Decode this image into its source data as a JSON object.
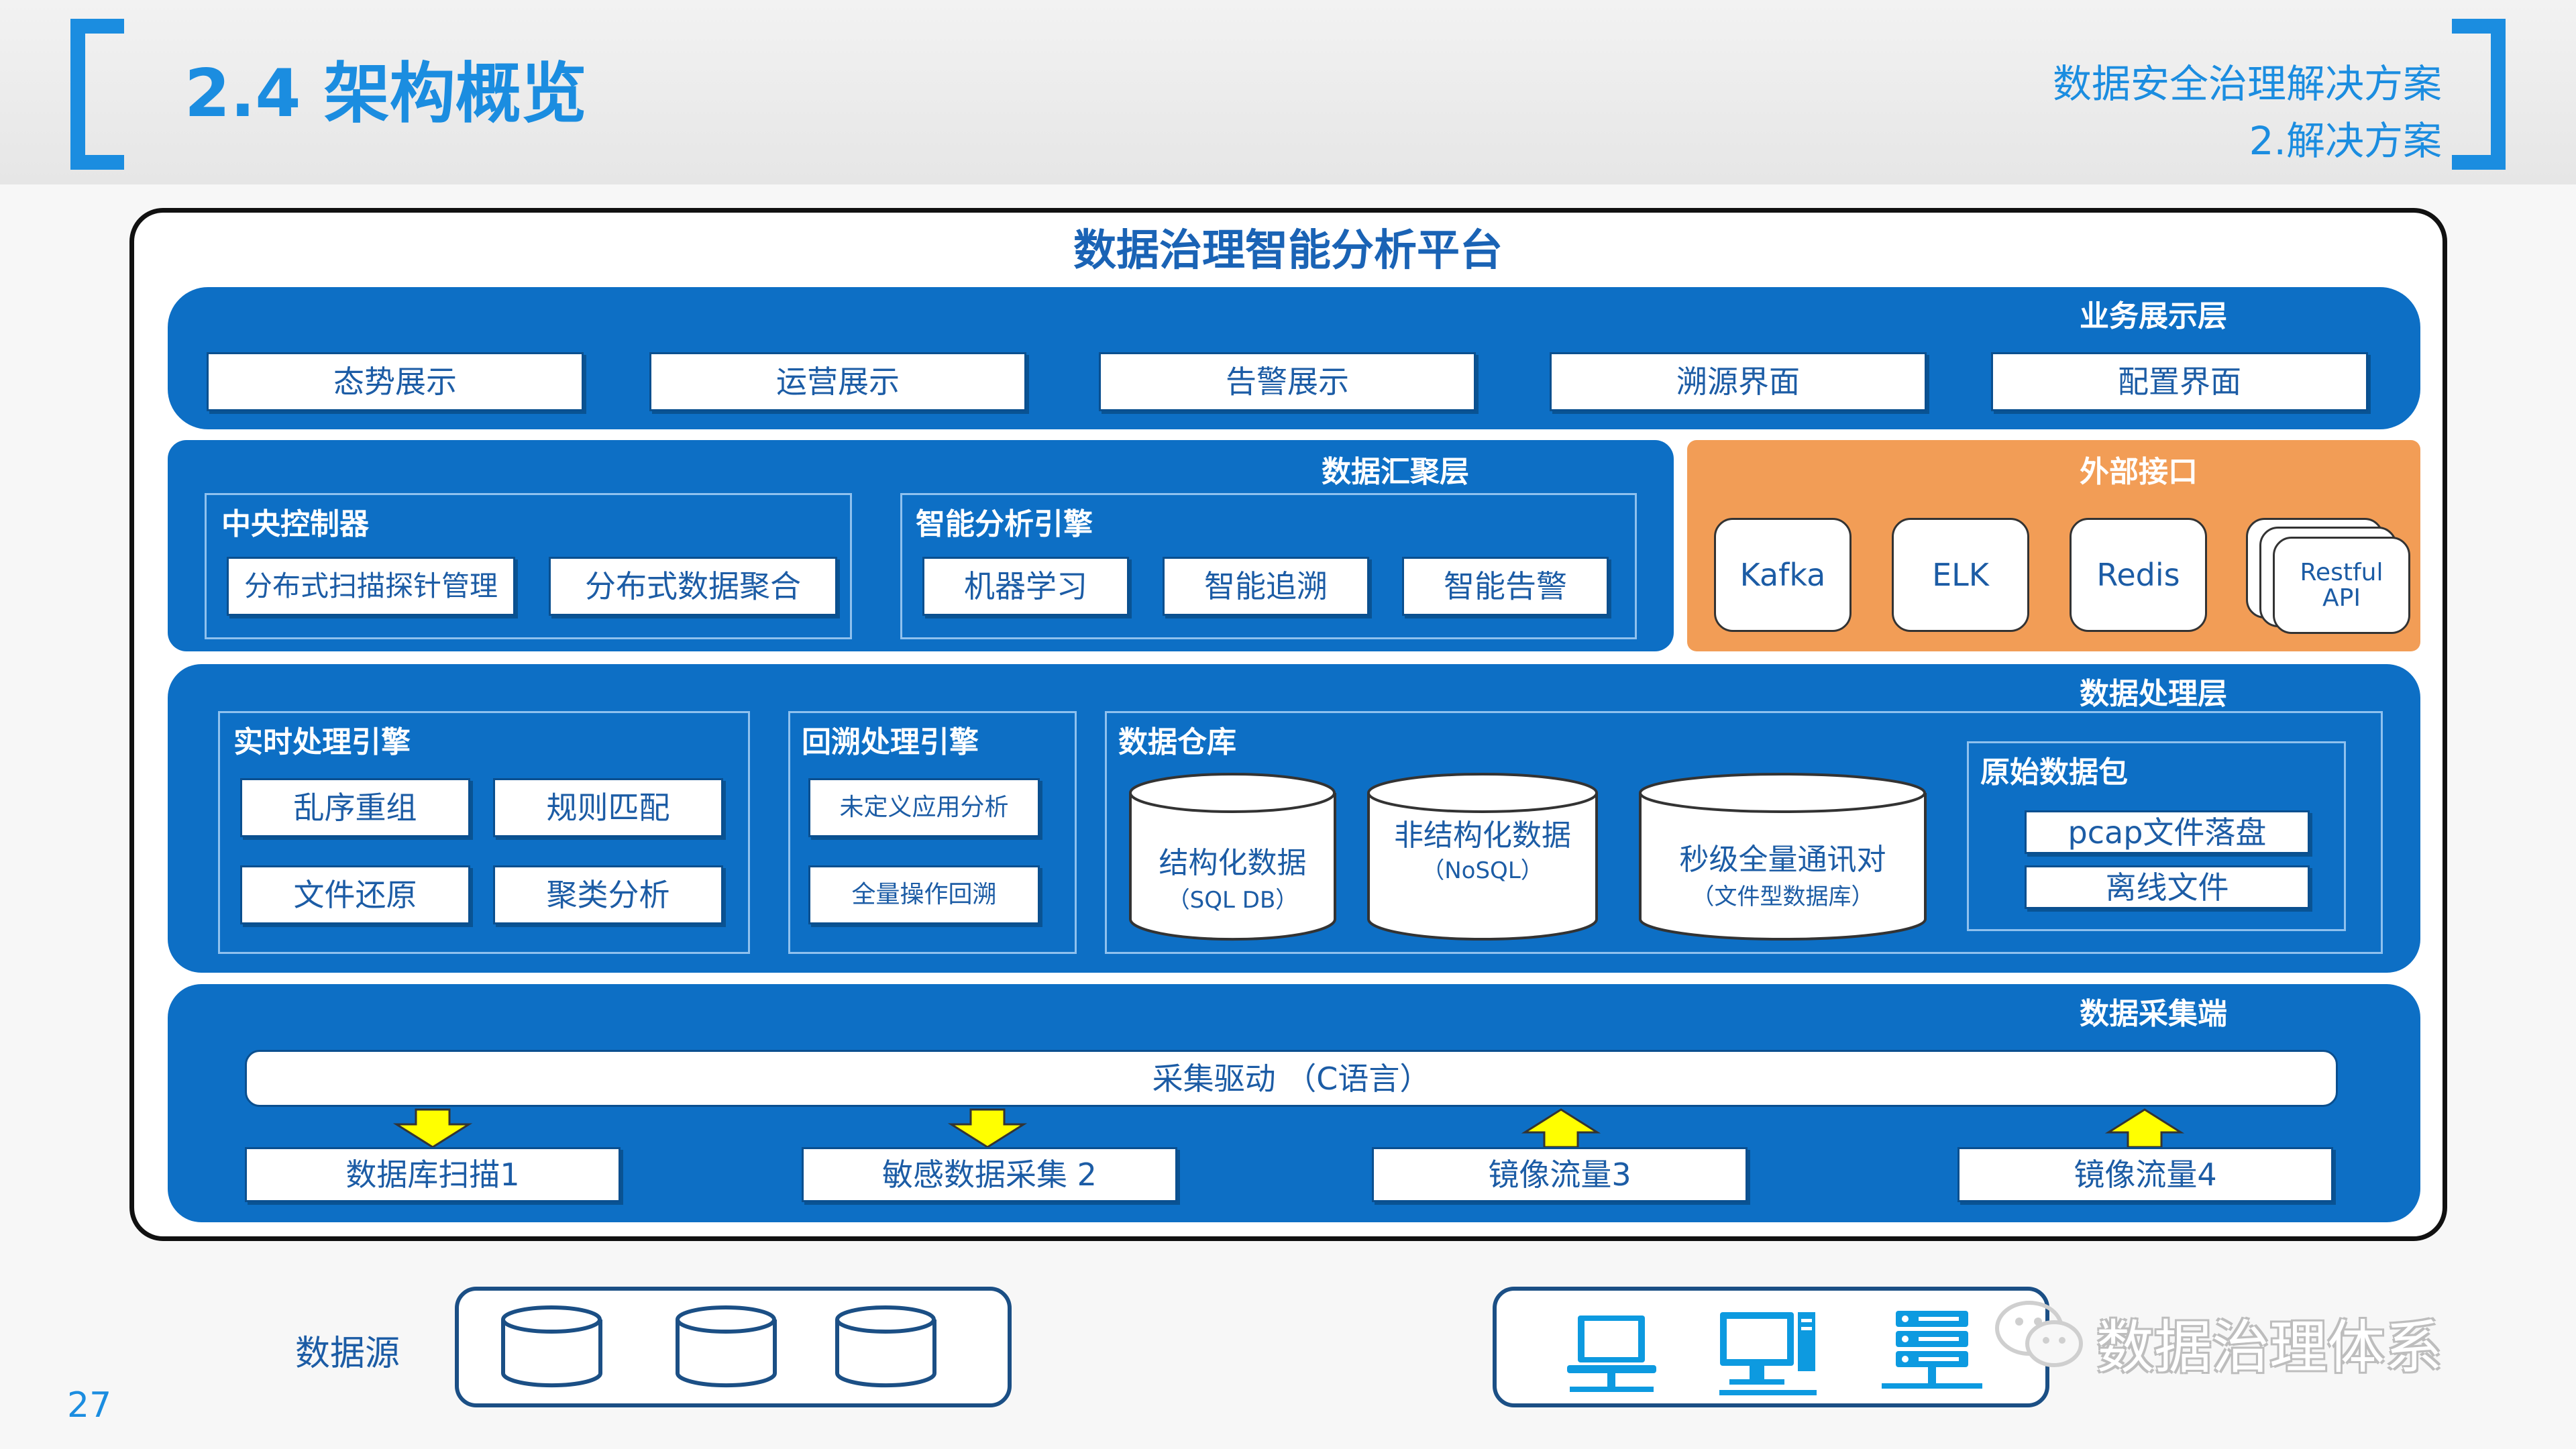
{
  "slide": {
    "title": "2.4 架构概览",
    "subtitle_line1": "数据安全治理解决方案",
    "subtitle_line2": "2.解决方案",
    "page_number": "27",
    "watermark": "数据治理体系",
    "accent_color": "#1b8de0"
  },
  "platform": {
    "title": "数据治理智能分析平台"
  },
  "business_layer": {
    "title": "业务展示层",
    "items": [
      "态势展示",
      "运营展示",
      "告警展示",
      "溯源界面",
      "配置界面"
    ]
  },
  "aggregation_layer": {
    "title": "数据汇聚层",
    "central_controller": {
      "title": "中央控制器",
      "items": [
        "分布式扫描探针管理",
        "分布式数据聚合"
      ]
    },
    "analysis_engine": {
      "title": "智能分析引擎",
      "items": [
        "机器学习",
        "智能追溯",
        "智能告警"
      ]
    }
  },
  "external_interface": {
    "title": "外部接口",
    "items": [
      "Kafka",
      "ELK",
      "Redis",
      "Restful API"
    ],
    "color": "#f29d56"
  },
  "processing_layer": {
    "title": "数据处理层",
    "realtime": {
      "title": "实时处理引擎",
      "items": [
        "乱序重组",
        "规则匹配",
        "文件还原",
        "聚类分析"
      ]
    },
    "backtrack": {
      "title": "回溯处理引擎",
      "items": [
        "未定义应用分析",
        "全量操作回溯"
      ]
    },
    "warehouse": {
      "title": "数据仓库",
      "items": [
        {
          "name": "结构化数据",
          "sub": "（SQL DB）"
        },
        {
          "name": "非结构化数据",
          "sub": "（NoSQL）"
        },
        {
          "name": "秒级全量通讯对",
          "sub": "（文件型数据库）"
        }
      ]
    },
    "raw_packets": {
      "title": "原始数据包",
      "items": [
        "pcap文件落盘",
        "离线文件"
      ]
    }
  },
  "collection_layer": {
    "title": "数据采集端",
    "driver": "采集驱动 （C语言）",
    "items": [
      "数据库扫描1",
      "敏感数据采集 2",
      "镜像流量3",
      "镜像流量4"
    ],
    "arrow_color": "#ffff00"
  },
  "data_source": {
    "label": "数据源"
  }
}
